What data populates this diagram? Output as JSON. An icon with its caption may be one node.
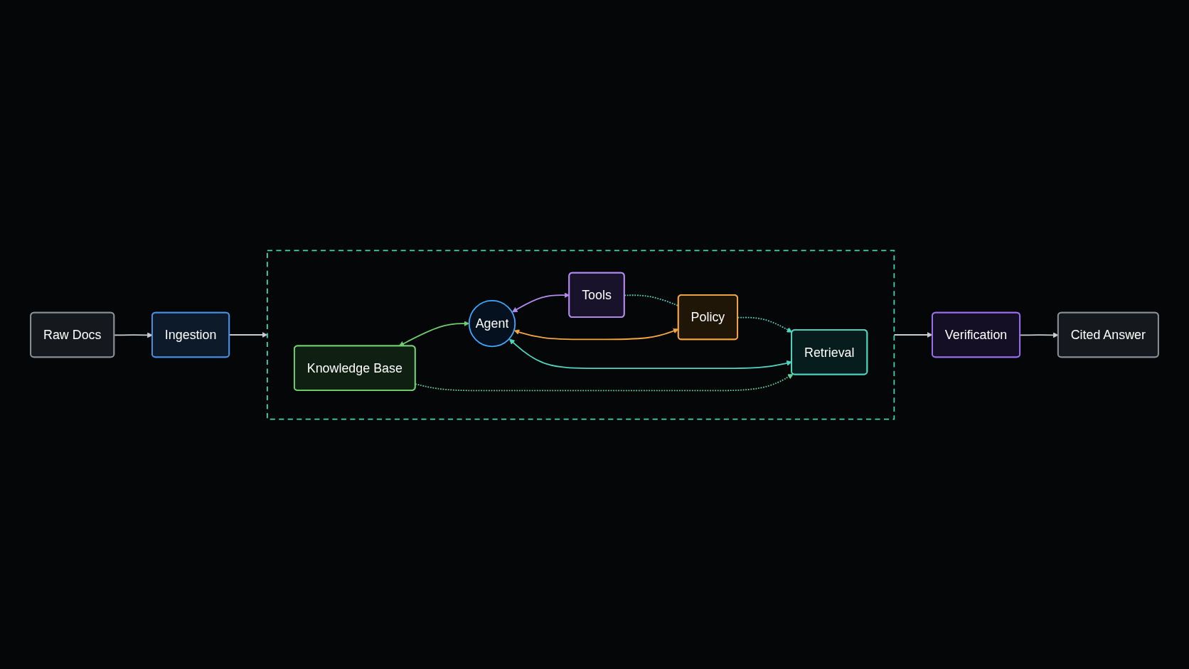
{
  "diagram": {
    "nodes": [
      {
        "text": [
          "Raw Docs"
        ]
      },
      {
        "text": [
          "Ingestion"
        ]
      },
      {
        "text": [],
        "shape": "box"
      },
      {
        "text": [
          "Knowledge Base"
        ],
        "in": 2
      },
      {
        "text": [
          "Agent"
        ],
        "in": 2
      },
      {
        "text": [
          "Tools"
        ],
        "in": 2
      },
      {
        "text": [
          "Policy"
        ],
        "in": 2
      },
      {
        "text": [
          "Retrieval"
        ],
        "in": 2
      },
      {
        "text": [
          "Verification"
        ]
      },
      {
        "text": [
          "Cited Answer"
        ]
      }
    ],
    "edges": [
      {
        "from": 0,
        "to": 1,
        "arrow": "to"
      },
      {
        "from": 1,
        "to": 2,
        "arrow": "to"
      },
      {
        "from": 3,
        "to": 4,
        "arrow": "both",
        "color": "#6fcf6f"
      },
      {
        "from": 4,
        "to": 5,
        "arrow": "both",
        "color": "#b48cf0"
      },
      {
        "from": 4,
        "to": 6,
        "arrow": "both",
        "color": "#f5a742"
      },
      {
        "from": 4,
        "to": 7,
        "arrow": "both",
        "color": "#4fd6c0"
      },
      {
        "from": 3,
        "to": 7,
        "arrow": "to",
        "style": "dashed",
        "color": "#5fcf9a"
      },
      {
        "from": 5,
        "to": 6,
        "arrow": "none",
        "style": "dashed",
        "color": "#4fd6c0"
      },
      {
        "from": 6,
        "to": 7,
        "arrow": "to",
        "style": "dashed",
        "color": "#4fd6c0"
      },
      {
        "from": 2,
        "to": 8,
        "arrow": "to"
      },
      {
        "from": 8,
        "to": 9,
        "arrow": "to"
      }
    ]
  }
}
